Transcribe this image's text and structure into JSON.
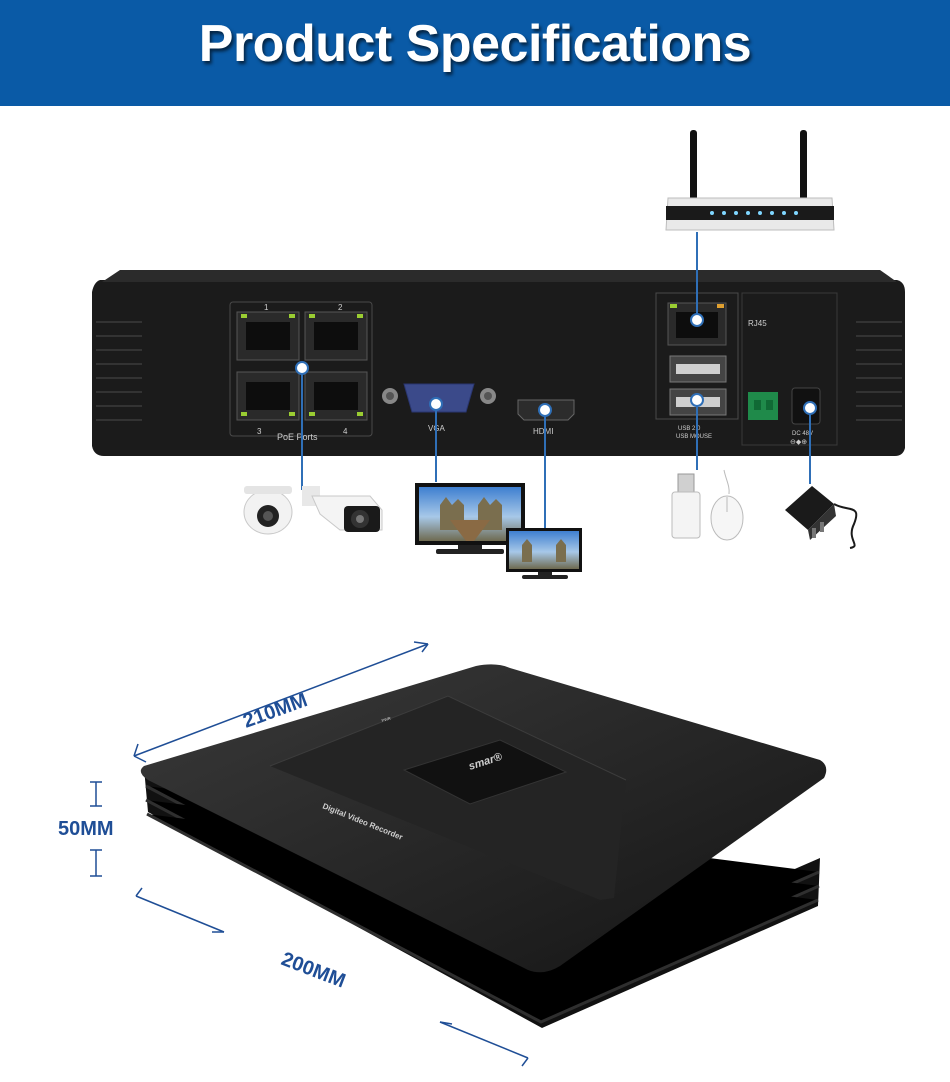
{
  "header": {
    "title": "Product Specifications"
  },
  "colors": {
    "banner": "#0a5aa6",
    "dimension_text": "#1f4e96",
    "cable": "#2f6fb7",
    "device": "#1c1c1c"
  },
  "rear_panel": {
    "port_numbers": [
      "1",
      "2",
      "3",
      "4"
    ],
    "poe_label": "PoE Ports",
    "vga_label": "VGA",
    "hdmi_label": "HDMI",
    "rj45_label": "RJ45",
    "usb_label_1": "USB 2.0",
    "usb_label_2": "USB MOUSE",
    "dc_label": "DC 48V",
    "dc_symbols": "⊖◆⊕"
  },
  "peripherals": {
    "router": "router-icon",
    "cameras": "cctv-camera-icon",
    "monitors": "monitor-icon",
    "usb": "usb-drive-icon",
    "mouse": "mouse-icon",
    "adapter": "power-adapter-icon"
  },
  "device_top": {
    "brand": "smar®",
    "caption": "Digital Video Recorder",
    "led_label": "PWR"
  },
  "dimensions": {
    "width": "210MM",
    "height": "50MM",
    "depth": "200MM"
  }
}
